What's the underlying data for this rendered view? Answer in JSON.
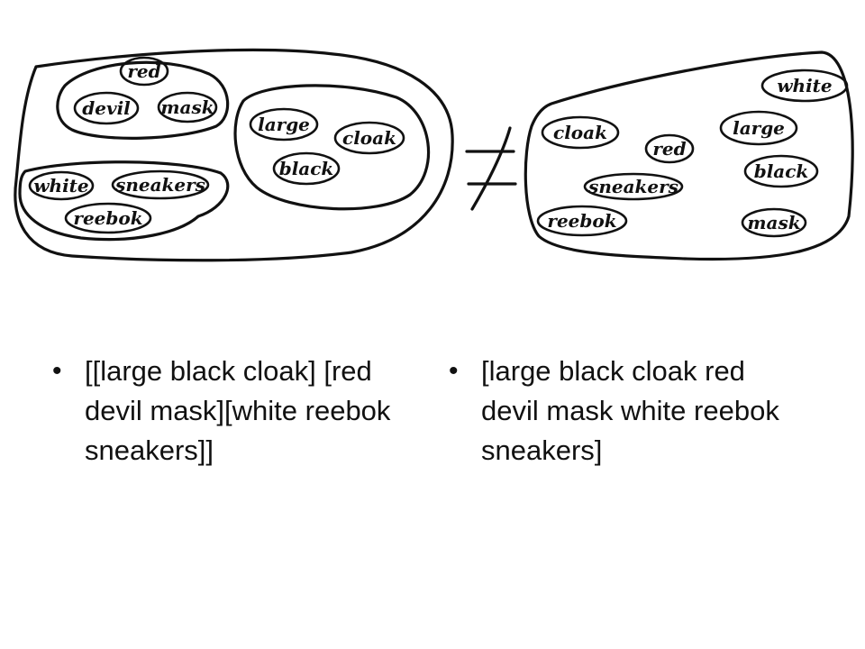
{
  "diagram": {
    "left_set": {
      "groups": [
        {
          "words": [
            "red",
            "devil",
            "mask"
          ]
        },
        {
          "words": [
            "large",
            "cloak",
            "black"
          ]
        },
        {
          "words": [
            "white",
            "sneakers",
            "reebok"
          ]
        }
      ]
    },
    "relation_symbol": "not-equal",
    "right_set": {
      "words": [
        "white",
        "cloak",
        "large",
        "red",
        "black",
        "sneakers",
        "reebok",
        "mask"
      ]
    }
  },
  "bullets": {
    "left": "[[large black cloak] [red devil mask][white reebok sneakers]]",
    "right": "[large black cloak red devil mask white reebok sneakers]"
  }
}
